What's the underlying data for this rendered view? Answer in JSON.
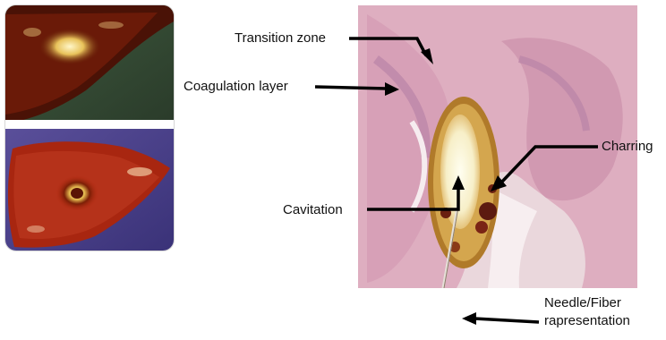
{
  "labels": {
    "transition_zone": "Transition zone",
    "coagulation_layer": "Coagulation layer",
    "charring": "Charring",
    "cavitation": "Cavitation",
    "needle_line1": "Needle/Fiber",
    "needle_line2": "rapresentation"
  },
  "colors": {
    "arrow": "#000000",
    "tissue_pink": "#e3a9bd",
    "liver_dark": "#5a1206",
    "liver_red": "#a5210c"
  }
}
